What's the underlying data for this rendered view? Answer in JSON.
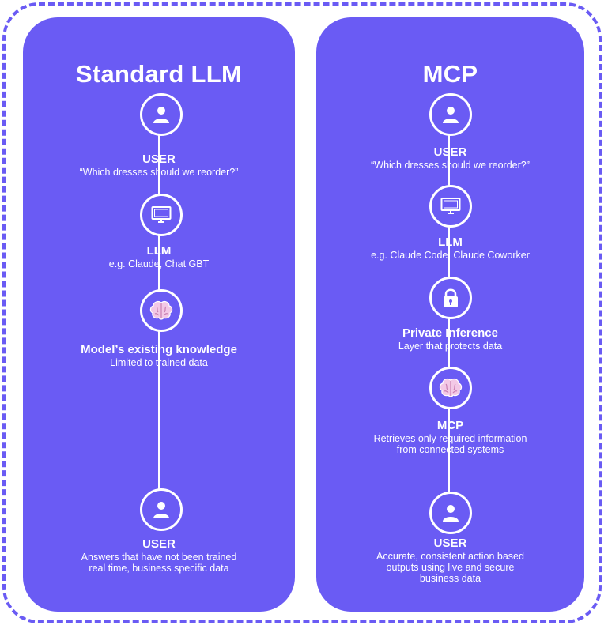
{
  "left_panel": {
    "title": "Standard LLM",
    "steps": [
      {
        "icon": "user-icon",
        "heading": "USER",
        "text": "“Which dresses should we reorder?”"
      },
      {
        "icon": "monitor-icon",
        "heading": "LLM",
        "text": "e.g. Claude, Chat GBT"
      },
      {
        "icon": "brain-icon",
        "heading": "Model’s existing knowledge",
        "text": "Limited to trained data"
      },
      {
        "icon": "user-icon",
        "heading": "USER",
        "text_lines": [
          "Answers that have not been trained",
          "real time, business specific data"
        ]
      }
    ]
  },
  "right_panel": {
    "title": "MCP",
    "steps": [
      {
        "icon": "user-icon",
        "heading": "USER",
        "text": "“Which dresses should we reorder?”"
      },
      {
        "icon": "monitor-icon",
        "heading": "LLM",
        "text": "e.g. Claude Code, Claude Coworker"
      },
      {
        "icon": "lock-icon",
        "heading": "Private Inference",
        "text": "Layer that protects data"
      },
      {
        "icon": "brain-icon",
        "heading": "MCP",
        "text_lines": [
          "Retrieves only required information",
          "from connected systems"
        ]
      },
      {
        "icon": "user-icon",
        "heading": "USER",
        "text_lines": [
          "Accurate, consistent action based",
          "outputs using live and secure",
          "business data"
        ]
      }
    ]
  },
  "colors": {
    "panel": "#6a5bf4",
    "border": "#6a5bf4",
    "line": "#ffffff"
  }
}
